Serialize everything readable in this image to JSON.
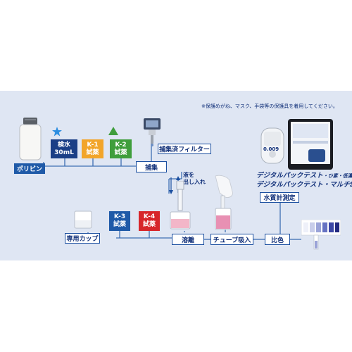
{
  "note": "※保護めがね、マスク、手袋等の保護具を着用してください。",
  "labels": {
    "polybin": "ポリビン",
    "sample_water": "検水",
    "sample_volume": "30mL",
    "k1_name": "K-1",
    "k1_sub": "試薬",
    "k2_name": "K-2",
    "k2_sub": "試薬",
    "capture": "捕集",
    "capture_filter": "捕集済フィルター",
    "liquid_in_out_1": "液を",
    "liquid_in_out_2": "出し入れ",
    "dedicated_cup": "専用カップ",
    "k3_name": "K-3",
    "k3_sub": "試薬",
    "k4_name": "K-4",
    "k4_sub": "試薬",
    "elution": "溶離",
    "tube_suction": "チューブ吸入",
    "colorimetry": "比色",
    "water_meter": "水質計測定"
  },
  "products": {
    "line1_main": "デジタルパックテスト",
    "line1_suffix": "・ひ素・低濃度",
    "line2": "デジタルパックテスト・マルチSP",
    "meter_reading": "0.009"
  },
  "colors": {
    "band": "#dfe6f3",
    "navy": "#1b4fa0",
    "k1": "#f2a52a",
    "k2": "#3f9e3c",
    "k3": "#1f5aa8",
    "k4": "#d7262b",
    "star": "#2b8de0",
    "triangle": "#3f9e3c"
  }
}
